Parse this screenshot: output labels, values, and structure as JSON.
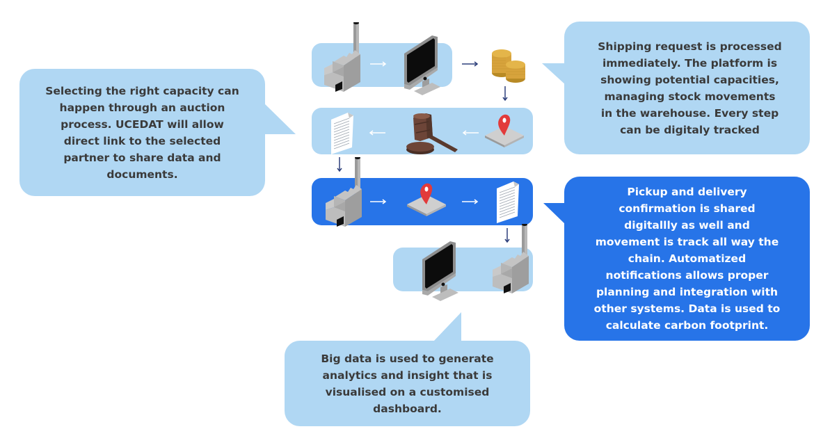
{
  "colors": {
    "lane_light": "#b0d7f3",
    "lane_dark": "#2774e8",
    "text_dark": "#3a3a3a",
    "text_light": "#ffffff",
    "arrow_white": "#ffffff",
    "arrow_navy": "#2c3e7a"
  },
  "bubbles": {
    "auction": {
      "text": "Selecting the right capacity can\nhappen through an auction\nprocess. UCEDAT will allow\ndirect link to the selected\npartner to share data and\ndocuments."
    },
    "shipping": {
      "text": "Shipping request is processed\nimmediately. The platform is\nshowing potential capacities,\nmanaging stock movements\nin the warehouse.  Every step\ncan be digitaly tracked"
    },
    "delivery": {
      "text": "Pickup and delivery\nconfirmation is shared\ndigitallly as well and\nmovement is  track all way  the\nchain.  Automatized\nnotifications allows proper\nplanning and integration with\nother systems.  Data is used to\ncalculate carbon footprint."
    },
    "analytics": {
      "text": "Big  data is used to generate\nanalytics and insight that is\nvisualised on a customised\ndashboard."
    }
  },
  "flow": {
    "rows": [
      {
        "name": "request",
        "icons": [
          "factory-icon",
          "computer-monitor-icon",
          "coins-icon"
        ]
      },
      {
        "name": "auction",
        "icons": [
          "location-pin-icon",
          "gavel-icon",
          "document-icon"
        ]
      },
      {
        "name": "delivery",
        "icons": [
          "factory-icon",
          "location-pin-icon",
          "document-icon"
        ]
      },
      {
        "name": "analytics",
        "icons": [
          "computer-monitor-icon",
          "factory-icon"
        ]
      }
    ]
  }
}
